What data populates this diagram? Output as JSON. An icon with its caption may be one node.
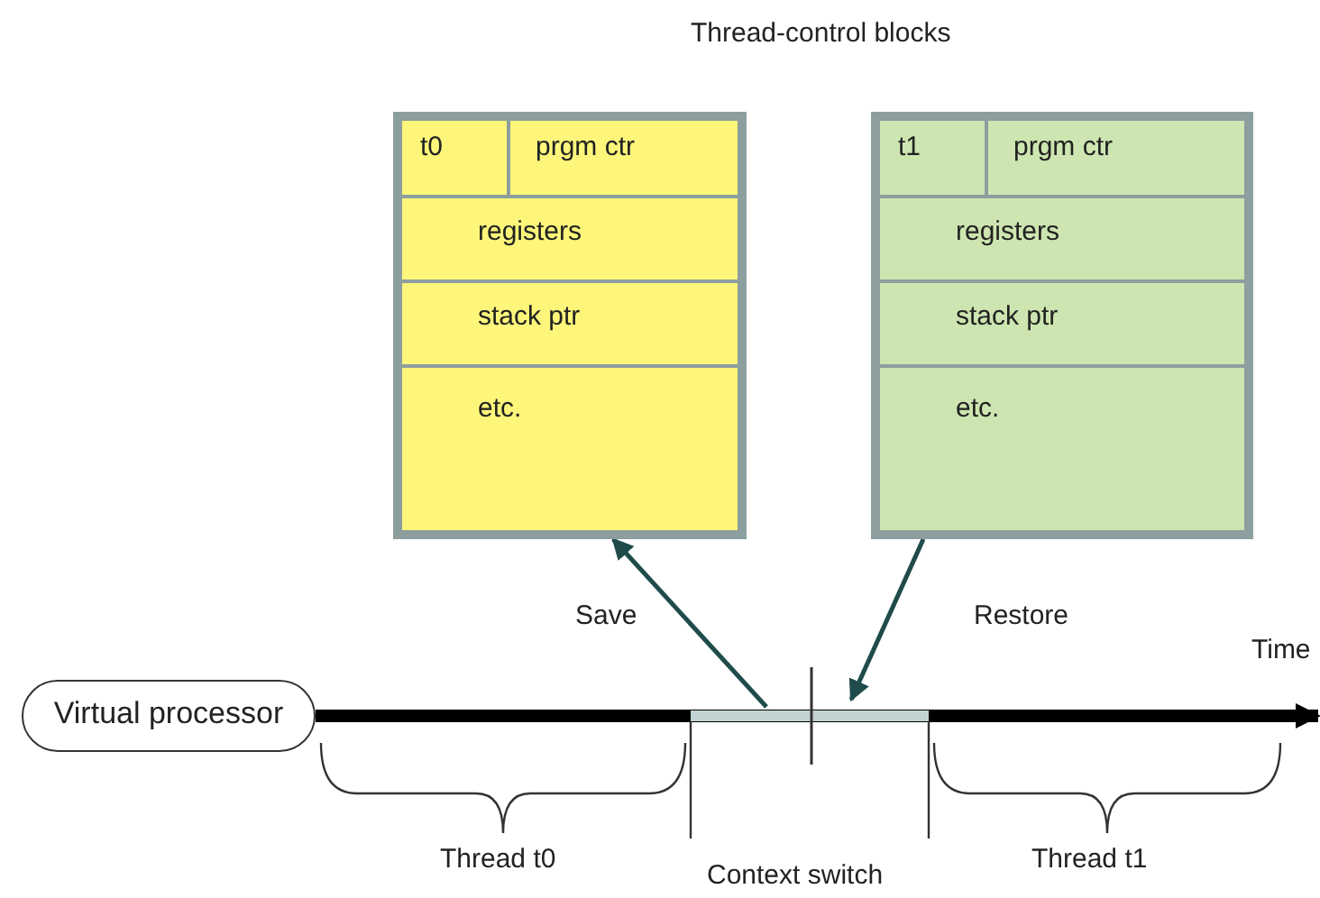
{
  "diagram": {
    "title": "Thread-control blocks",
    "nodes": [
      {
        "text": [],
        "shape": "box"
      },
      {
        "text": [
          "t0"
        ],
        "in": 0
      },
      {
        "text": [
          "prgm ctr"
        ],
        "in": 0
      },
      {
        "text": [
          "registers"
        ],
        "in": 0
      },
      {
        "text": [
          "stack ptr"
        ],
        "in": 0
      },
      {
        "text": [
          "etc."
        ],
        "in": 0
      },
      {
        "text": [],
        "shape": "box"
      },
      {
        "text": [
          "t1"
        ],
        "in": 6
      },
      {
        "text": [
          "prgm ctr"
        ],
        "in": 6
      },
      {
        "text": [
          "registers"
        ],
        "in": 6
      },
      {
        "text": [
          "stack ptr"
        ],
        "in": 6
      },
      {
        "text": [
          "etc."
        ],
        "in": 6
      },
      {
        "text": [
          "Virtual processor"
        ]
      }
    ],
    "edges": [
      {
        "from": null,
        "to": 0,
        "arrow": "to",
        "label": "Save"
      },
      {
        "from": 6,
        "to": null,
        "arrow": "to",
        "label": "Restore"
      },
      {
        "from": 12,
        "to": null,
        "arrow": "to",
        "label": "Time",
        "style": "thick",
        "color": "#000000"
      }
    ],
    "labels": [
      "Thread t0",
      "Context switch",
      "Thread t1"
    ]
  }
}
